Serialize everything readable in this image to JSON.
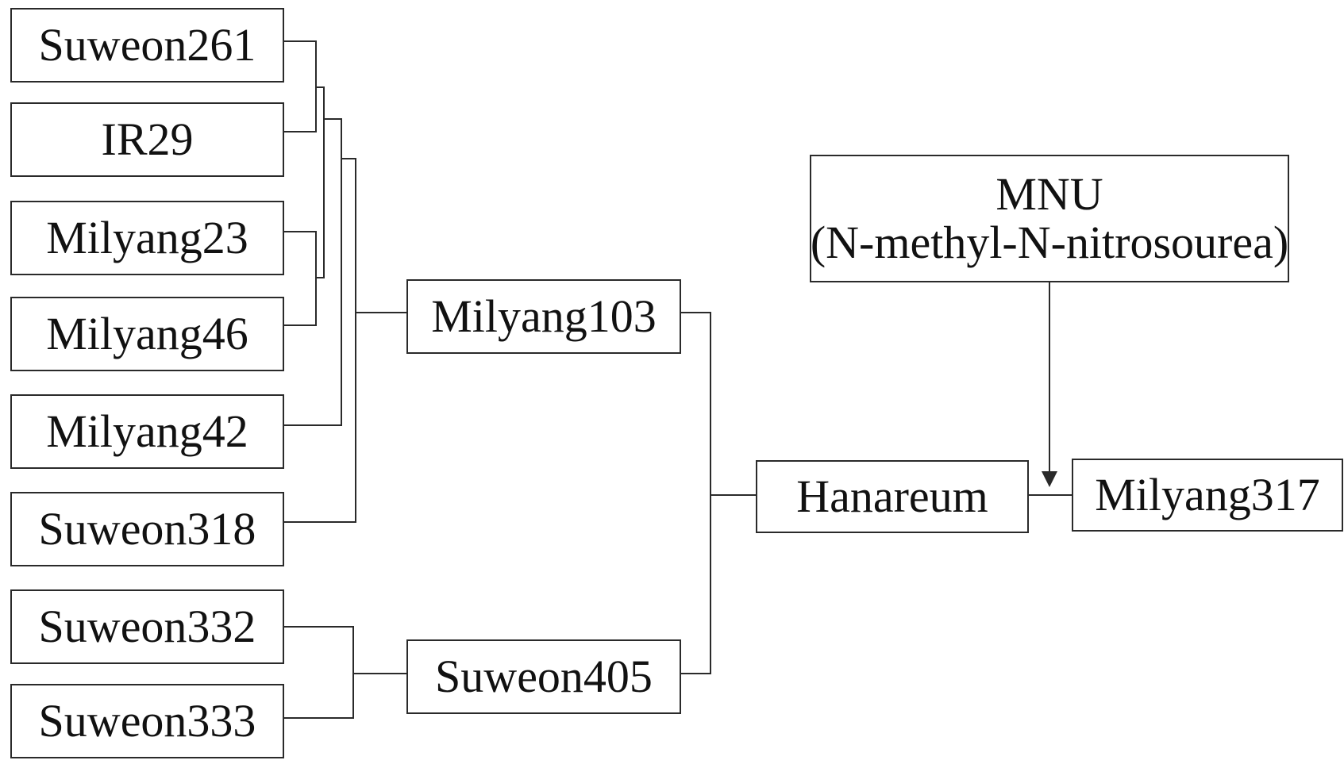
{
  "nodes": {
    "suweon261": "Suweon261",
    "ir29": "IR29",
    "milyang23": "Milyang23",
    "milyang46": "Milyang46",
    "milyang42": "Milyang42",
    "suweon318": "Suweon318",
    "suweon332": "Suweon332",
    "suweon333": "Suweon333",
    "milyang103": "Milyang103",
    "suweon405": "Suweon405",
    "hanareum": "Hanareum",
    "milyang317": "Milyang317",
    "mnu_line1": "MNU",
    "mnu_line2": "(N-methyl-N-nitrosourea)"
  },
  "colors": {
    "line": "#2a2a2a",
    "box_border": "#2a2a2a",
    "text": "#111111",
    "background": "#ffffff"
  }
}
